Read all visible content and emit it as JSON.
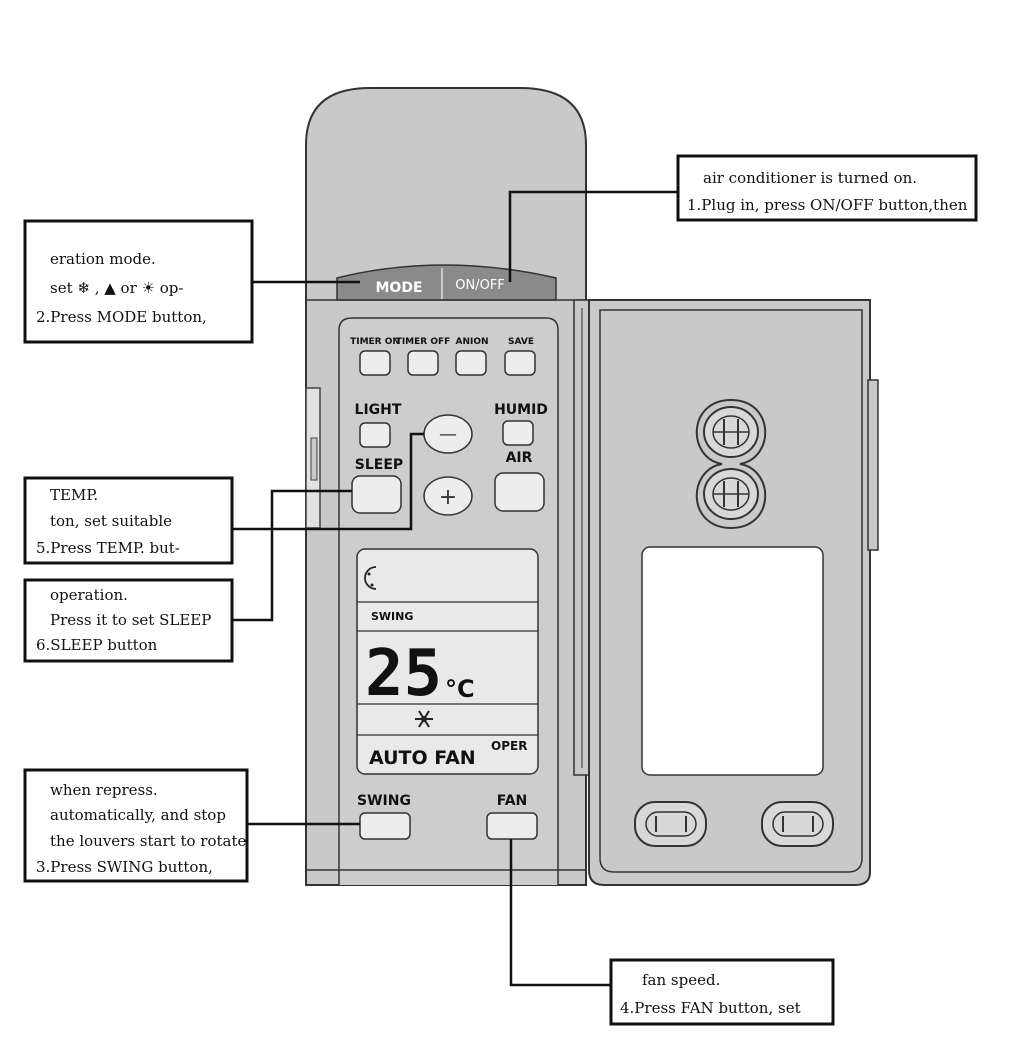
{
  "remote": {
    "top_buttons": {
      "mode": "MODE",
      "on_off": "ON/OFF"
    },
    "small_buttons": [
      "TIMER ON",
      "TIMER OFF",
      "ANION",
      "SAVE"
    ],
    "light": "LIGHT",
    "humid": "HUMID",
    "sleep": "SLEEP",
    "air": "AIR",
    "minus": "—",
    "plus": "+",
    "swing": "SWING",
    "fan": "FAN"
  },
  "lcd": {
    "swing": "SWING",
    "temperature": "25",
    "unit": "°C",
    "fan_mode": "AUTO FAN",
    "oper": "OPER",
    "icons": [
      "sleep-moon-icon",
      "cool-snowflake-icon"
    ]
  },
  "callouts": {
    "on_off": [
      "1.Plug in, press ON/OFF button,then",
      "air conditioner is turned on."
    ],
    "mode": [
      "2.Press MODE button,",
      "set ❄ , ▲ or ☀ op-",
      "eration mode."
    ],
    "temp": [
      "5.Press TEMP. but-",
      "ton,   set  suitable",
      "TEMP."
    ],
    "sleep": [
      "6.SLEEP button",
      "Press it to set SLEEP",
      "operation."
    ],
    "swing": [
      "3.Press SWING button,",
      "the louvers start to rotate",
      "automatically, and stop",
      "when repress."
    ],
    "fan": [
      "4.Press FAN button, set",
      "fan speed."
    ]
  }
}
